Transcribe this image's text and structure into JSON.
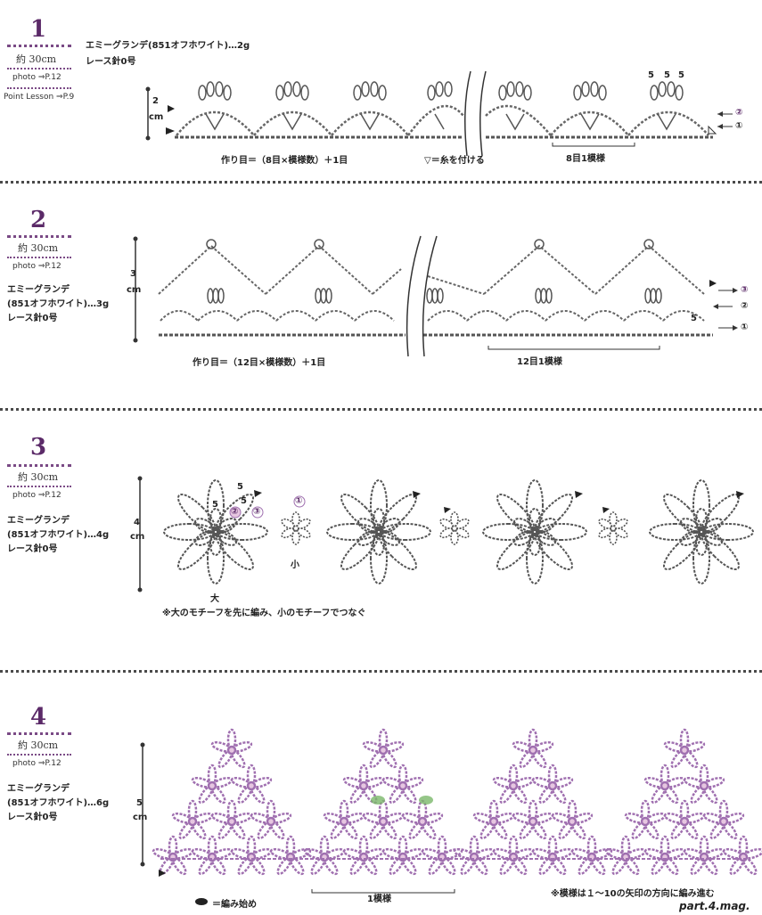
{
  "patterns": [
    {
      "number": "1",
      "length": "約 30cm",
      "photo": "photo ⇒P.12",
      "lesson": "Point Lesson ⇒P.9",
      "yarn": "エミーグランデ(851オフホワイト)…2g",
      "hook": "レース針0号",
      "height_label": "2",
      "height_unit": "cm",
      "foundation": "作り目＝（8目×模様数）＋1目",
      "yarn_attach": "▽＝糸を付ける",
      "repeat": "8目1模様",
      "rows": [
        "②",
        "①"
      ],
      "counts": [
        "5",
        "5",
        "5"
      ]
    },
    {
      "number": "2",
      "length": "約 30cm",
      "photo": "photo ⇒P.12",
      "yarn": "エミーグランデ",
      "yarn_color": "(851オフホワイト)…3g",
      "hook": "レース針0号",
      "height_label": "3",
      "height_unit": "cm",
      "foundation": "作り目＝（12目×模様数）＋1目",
      "repeat": "12目1模様",
      "rows": [
        "③",
        "②",
        "①"
      ],
      "count": "5"
    },
    {
      "number": "3",
      "length": "約 30cm",
      "photo": "photo ⇒P.12",
      "yarn": "エミーグランデ",
      "yarn_color": "(851オフホワイト)…4g",
      "hook": "レース針0号",
      "height_label": "4",
      "height_unit": "cm",
      "large": "大",
      "small": "小",
      "note": "※大のモチーフを先に編み、小のモチーフでつなぐ",
      "marks": [
        "5",
        "5",
        "5",
        "②",
        "③",
        "①"
      ]
    },
    {
      "number": "4",
      "length": "約 30cm",
      "photo": "photo ⇒P.12",
      "yarn": "エミーグランデ",
      "yarn_color": "(851オフホワイト)…6g",
      "hook": "レース針0号",
      "height_label": "5",
      "height_unit": "cm",
      "start": "＝編み始め",
      "repeat": "1模様",
      "note": "※模様は１～10の矢印の方向に編み進む",
      "watermark": "part.4.mag."
    }
  ],
  "colors": {
    "accent": "#5b2a68",
    "motif": "#a070b0",
    "ink": "#333333",
    "green": "#5a9a4a"
  }
}
